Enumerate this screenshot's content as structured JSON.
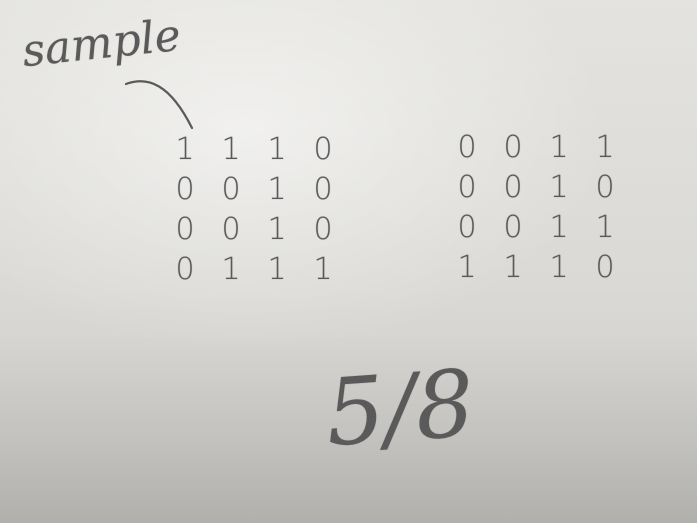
{
  "label": "sample",
  "left_matrix": [
    [
      "1",
      "1",
      "1",
      "0"
    ],
    [
      "0",
      "0",
      "1",
      "0"
    ],
    [
      "0",
      "0",
      "1",
      "0"
    ],
    [
      "0",
      "1",
      "1",
      "1"
    ]
  ],
  "right_matrix": [
    [
      "0",
      "0",
      "1",
      "1"
    ],
    [
      "0",
      "0",
      "1",
      "0"
    ],
    [
      "0",
      "0",
      "1",
      "1"
    ],
    [
      "1",
      "1",
      "1",
      "0"
    ]
  ],
  "ratio": "5/8",
  "ink_color": "#5a5a5a",
  "paper_color": "#dedcd8"
}
